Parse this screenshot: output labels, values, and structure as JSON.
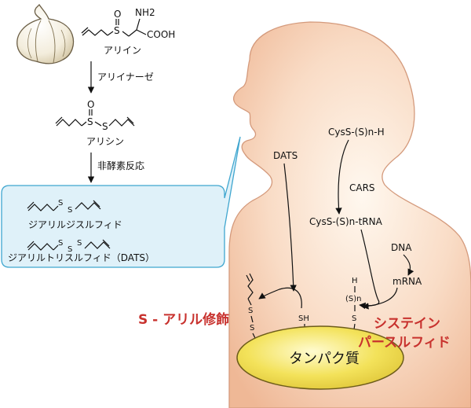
{
  "pathway": {
    "alliin": "アリイン",
    "alliinase": "アリイナーゼ",
    "allicin": "アリシン",
    "nonenzymatic": "非酵素反応"
  },
  "molecules": {
    "o": "O",
    "s": "S",
    "nh2": "NH2",
    "cooh": "COOH",
    "sh": "SH",
    "h": "H",
    "sn": "(S)n"
  },
  "sulfides": {
    "dially_disulfide": "ジアリルジスルフィド",
    "dially_trisulfide": "ジアリルトリスルフィド（DATS）"
  },
  "body": {
    "dats": "DATS",
    "cyss_h": "CysS-(S)n-H",
    "cars": "CARS",
    "cyss_trna": "CysS-(S)n-tRNA",
    "dna": "DNA",
    "mrna": "mRNA"
  },
  "labels": {
    "s_allyl": "S - アリル修飾",
    "cysteine_1": "システイン",
    "cysteine_2": "パースルフィド",
    "protein": "タンパク質"
  },
  "colors": {
    "body_fill": "#f5c6a8",
    "body_stroke": "#d49a7c",
    "protein_fill": "#f0de4a",
    "protein_stroke": "#6d5c1a",
    "box_fill": "#dff1f9",
    "box_stroke": "#3fa6cf",
    "accent_red": "#c8322e"
  }
}
